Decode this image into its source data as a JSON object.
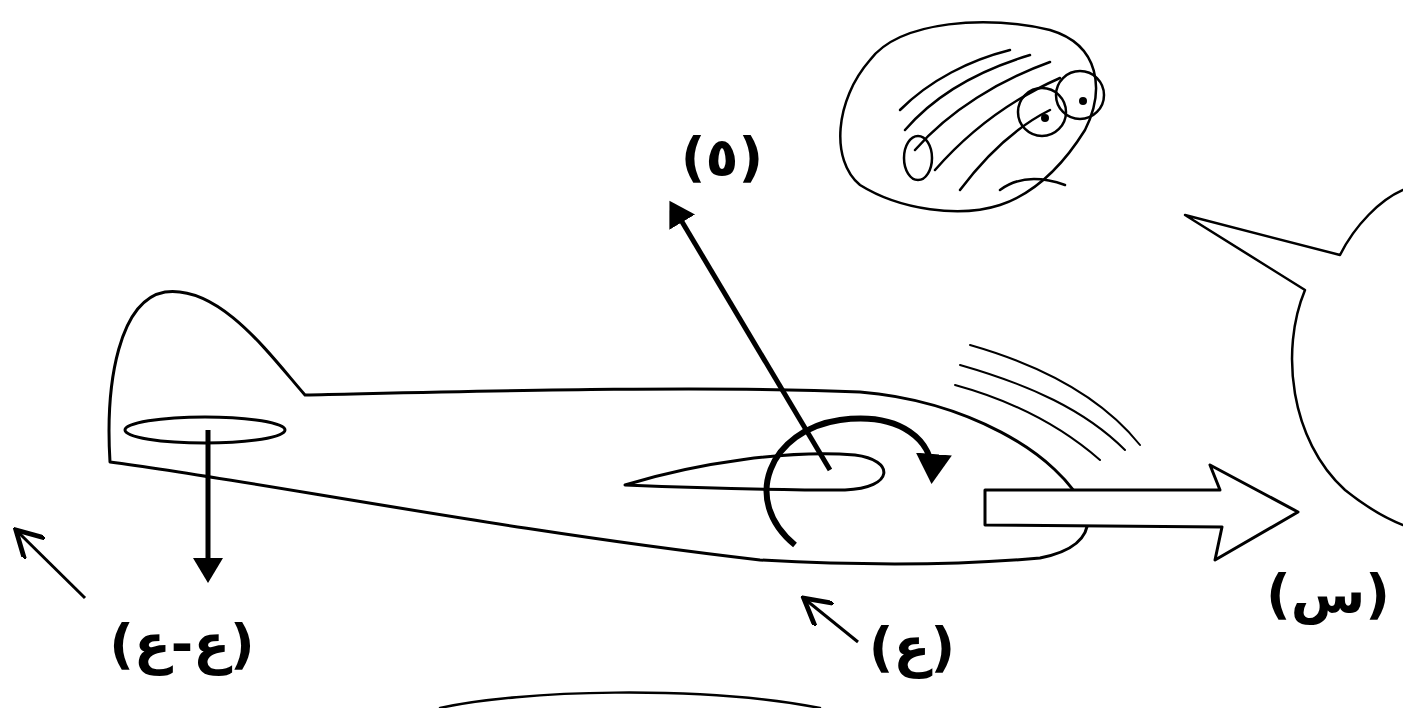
{
  "diagram": {
    "labels": [
      "(٥)",
      "(س)",
      "(ع-ع)",
      "(ع)"
    ]
  }
}
